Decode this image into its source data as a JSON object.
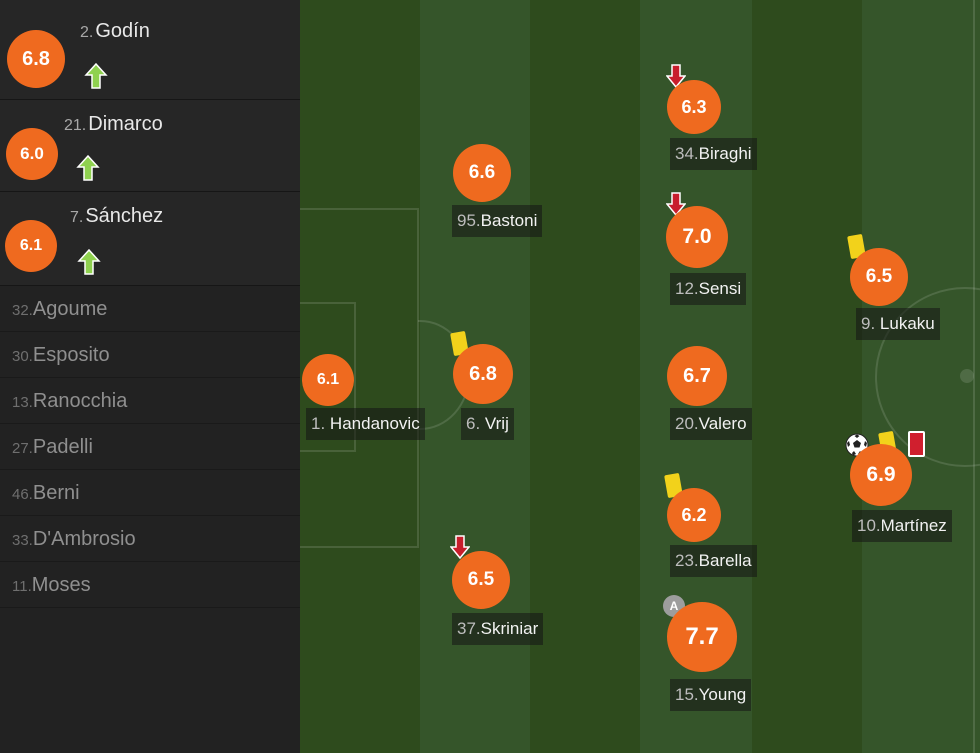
{
  "substitutes": [
    {
      "number": "2.",
      "name": "Godín",
      "rating": "6.8"
    },
    {
      "number": "21.",
      "name": "Dimarco",
      "rating": "6.0"
    },
    {
      "number": "7.",
      "name": "Sánchez",
      "rating": "6.1"
    }
  ],
  "bench": [
    {
      "number": "32.",
      "name": "Agoume"
    },
    {
      "number": "30.",
      "name": "Esposito"
    },
    {
      "number": "13.",
      "name": "Ranocchia"
    },
    {
      "number": "27.",
      "name": "Padelli"
    },
    {
      "number": "46.",
      "name": "Berni"
    },
    {
      "number": "33.",
      "name": "D'Ambrosio"
    },
    {
      "number": "11.",
      "name": "Moses"
    }
  ],
  "players": {
    "handanovic": {
      "number": "1.",
      "name": "Handanovic",
      "rating": "6.1"
    },
    "bastoni": {
      "number": "95.",
      "name": "Bastoni",
      "rating": "6.6"
    },
    "vrij": {
      "number": "6.",
      "name": "Vrij",
      "rating": "6.8"
    },
    "skriniar": {
      "number": "37.",
      "name": "Skriniar",
      "rating": "6.5"
    },
    "biraghi": {
      "number": "34.",
      "name": "Biraghi",
      "rating": "6.3"
    },
    "sensi": {
      "number": "12.",
      "name": "Sensi",
      "rating": "7.0"
    },
    "valero": {
      "number": "20.",
      "name": "Valero",
      "rating": "6.7"
    },
    "barella": {
      "number": "23.",
      "name": "Barella",
      "rating": "6.2"
    },
    "young": {
      "number": "15.",
      "name": "Young",
      "rating": "7.7",
      "captain": "A"
    },
    "lukaku": {
      "number": "9.",
      "name": "Lukaku",
      "rating": "6.5"
    },
    "martinez": {
      "number": "10.",
      "name": "Martínez",
      "rating": "6.9"
    }
  },
  "colors": {
    "rating_badge": "#ef6a1f",
    "sub_in_arrow": "#8fd14f",
    "sub_out_arrow": "#c81e2c",
    "yellow_card": "#f2d21b",
    "red_card": "#d01f2e",
    "pitch_dark": "#2e4b1d",
    "pitch_light": "#3a5b26"
  },
  "icons": {
    "sub_in": "arrow-up-icon",
    "sub_out": "arrow-down-icon",
    "goal": "soccer-ball-icon",
    "captain": "captain-badge-icon"
  }
}
